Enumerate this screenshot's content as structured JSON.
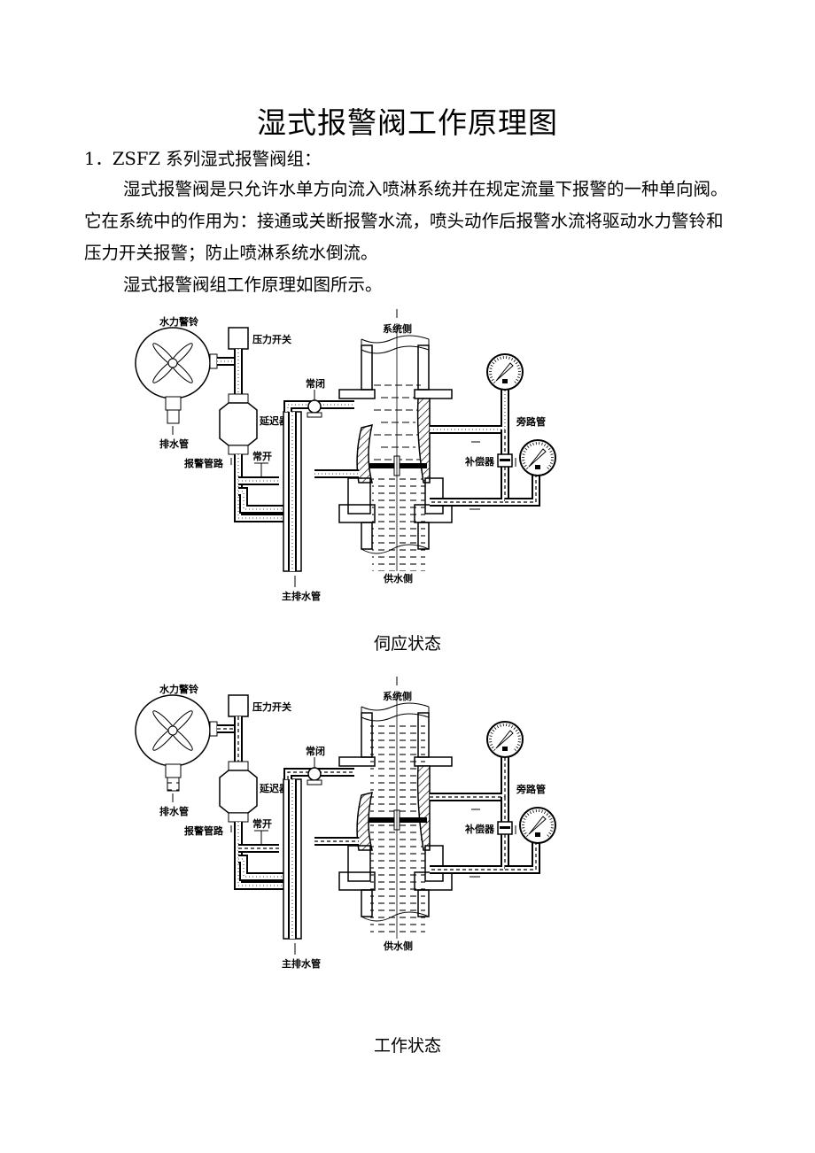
{
  "document": {
    "title": "湿式报警阀工作原理图",
    "section_heading": "1．ZSFZ 系列湿式报警阀组：",
    "body_paragraph": "湿式报警阀是只允许水单方向流入喷淋系统并在规定流量下报警的一种单向阀。它在系统中的作用为：接通或关断报警水流，喷头动作后报警水流将驱动水力警铃和压力开关报警；防止喷淋系统水倒流。",
    "figure_intro": "湿式报警阀组工作原理如图所示。"
  },
  "figures": [
    {
      "caption": "伺应状态",
      "state": "standby",
      "labels": {
        "bell": "水力警铃",
        "pressure_switch": "压力开关",
        "drain": "排水管",
        "retarder": "延迟器",
        "alarm_line": "报警管路",
        "normally_open": "常开",
        "normally_closed": "常闭",
        "system_side": "系统侧",
        "bypass": "旁路管",
        "compensator": "补偿器",
        "supply_side": "供水侧",
        "main_drain": "主排水管"
      }
    },
    {
      "caption": "工作状态",
      "state": "working",
      "labels": {
        "bell": "水力警铃",
        "pressure_switch": "压力开关",
        "drain": "排水管",
        "retarder": "延迟器",
        "alarm_line": "报警管路",
        "normally_open": "常开",
        "normally_closed": "常闭",
        "system_side": "系统侧",
        "bypass": "旁路管",
        "compensator": "补偿器",
        "supply_side": "供水侧",
        "main_drain": "主排水管"
      }
    }
  ]
}
